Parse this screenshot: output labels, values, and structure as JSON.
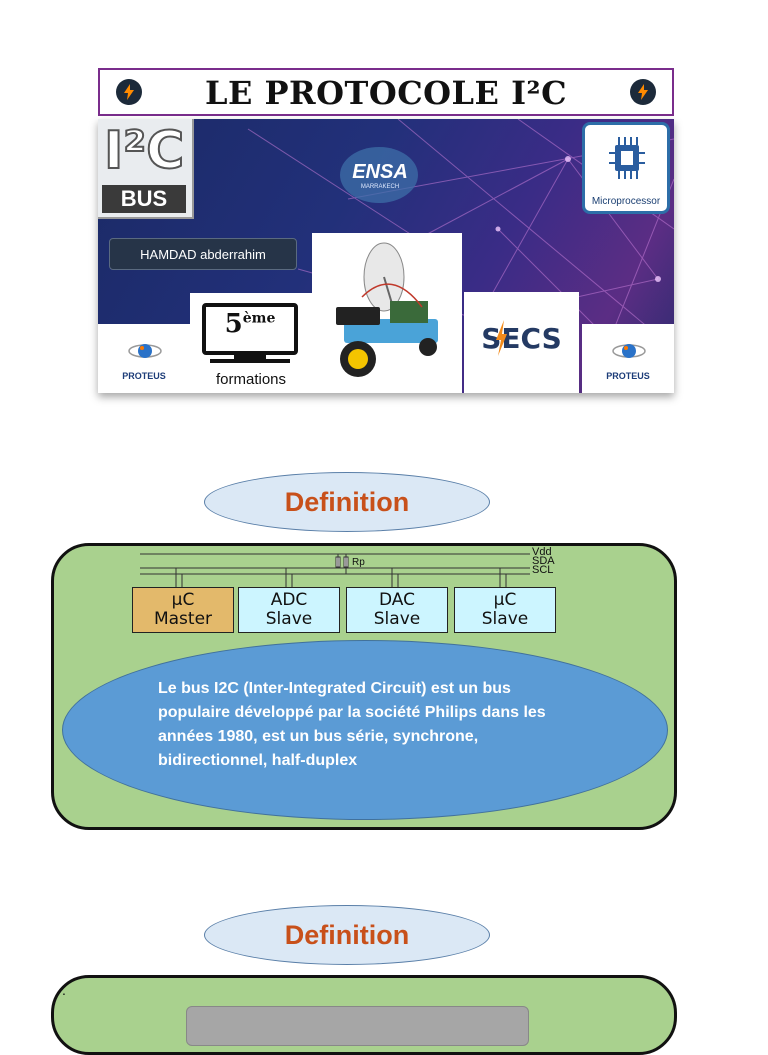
{
  "header": {
    "title": "LE PROTOCOLE I²C"
  },
  "banner": {
    "i2c_logo_top": "I²C",
    "i2c_logo_bottom": "BUS",
    "ensa_logo": "ENSA",
    "ensa_sub": "MARRAKECH",
    "microprocessor_label": "Microprocessor",
    "author": "HAMDAD abderrahim",
    "formations_number": "5",
    "formations_sup": "ème",
    "formations_label": "formations",
    "secs_logo": "SECS",
    "proteus_label": "PROTEUS"
  },
  "section1": {
    "heading": "Definition",
    "diagram": {
      "lines": [
        "Vdd",
        "SDA",
        "SCL"
      ],
      "resistor_label": "Rp",
      "devices": [
        {
          "line1": "µC",
          "line2": "Master",
          "color": "#e3b96b"
        },
        {
          "line1": "ADC",
          "line2": "Slave",
          "color": "#ccf5ff"
        },
        {
          "line1": "DAC",
          "line2": "Slave",
          "color": "#ccf5ff"
        },
        {
          "line1": "µC",
          "line2": "Slave",
          "color": "#ccf5ff"
        }
      ]
    },
    "text": "Le bus I2C (Inter-Integrated Circuit) est un bus populaire développé par la société Philips dans les années 1980, est un bus série, synchrone, bidirectionnel, half-duplex"
  },
  "section2": {
    "heading": "Definition",
    "mark": "."
  },
  "colors": {
    "accent_title_border": "#7a2d8c",
    "heading": "#c8501a",
    "panel_green": "#a9d18e",
    "text_oval_blue": "#5b9bd5"
  }
}
